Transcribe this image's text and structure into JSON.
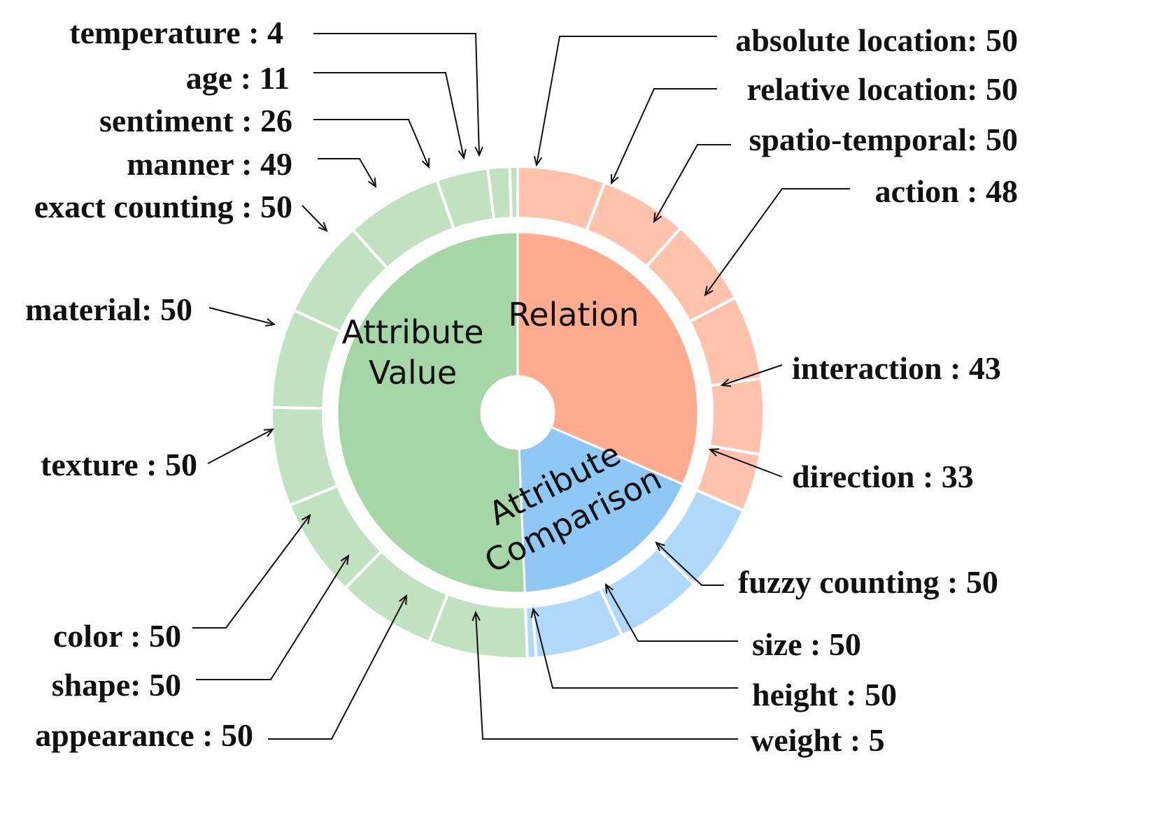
{
  "chart_data": {
    "type": "pie",
    "style": "sunburst",
    "inner_ring": [
      {
        "label_lines": [
          "Attribute",
          "Value"
        ],
        "value": 440,
        "color": "#a6d6a7"
      },
      {
        "label_lines": [
          "Relation"
        ],
        "value": 274,
        "color": "#ffab8f"
      },
      {
        "label_lines": [
          "Attribute",
          "Comparison"
        ],
        "value": 155,
        "color": "#90c8f5"
      }
    ],
    "outer_ring": [
      {
        "group": 1,
        "text": "absolute location: 50",
        "value": 50,
        "color": "#ffc3ad"
      },
      {
        "group": 1,
        "text": "relative location: 50",
        "value": 50,
        "color": "#ffc3ad"
      },
      {
        "group": 1,
        "text": "spatio-temporal: 50",
        "value": 50,
        "color": "#ffc3ad"
      },
      {
        "group": 1,
        "text": "action : 48",
        "value": 48,
        "color": "#ffc3ad"
      },
      {
        "group": 1,
        "text": "interaction : 43",
        "value": 43,
        "color": "#ffc3ad"
      },
      {
        "group": 1,
        "text": "direction : 33",
        "value": 33,
        "color": "#ffc3ad"
      },
      {
        "group": 2,
        "text": "fuzzy counting : 50",
        "value": 50,
        "color": "#afd8fa"
      },
      {
        "group": 2,
        "text": "size : 50",
        "value": 50,
        "color": "#afd8fa"
      },
      {
        "group": 2,
        "text": "height : 50",
        "value": 50,
        "color": "#afd8fa"
      },
      {
        "group": 2,
        "text": "weight : 5",
        "value": 5,
        "color": "#afd8fa"
      },
      {
        "group": 0,
        "text": "appearance : 50",
        "value": 50,
        "color": "#c0e2c1"
      },
      {
        "group": 0,
        "text": "shape: 50",
        "value": 50,
        "color": "#c0e2c1"
      },
      {
        "group": 0,
        "text": "color : 50",
        "value": 50,
        "color": "#c0e2c1"
      },
      {
        "group": 0,
        "text": "texture : 50",
        "value": 50,
        "color": "#c0e2c1"
      },
      {
        "group": 0,
        "text": "material: 50",
        "value": 50,
        "color": "#c0e2c1"
      },
      {
        "group": 0,
        "text": "exact counting : 50",
        "value": 50,
        "color": "#c0e2c1"
      },
      {
        "group": 0,
        "text": "manner : 49",
        "value": 49,
        "color": "#c0e2c1"
      },
      {
        "group": 0,
        "text": "sentiment : 26",
        "value": 26,
        "color": "#c0e2c1"
      },
      {
        "group": 0,
        "text": "age : 11",
        "value": 11,
        "color": "#c0e2c1"
      },
      {
        "group": 0,
        "text": "temperature :  4",
        "value": 4,
        "color": "#c0e2c1"
      }
    ],
    "start_angle_deg": 0,
    "direction": "clockwise"
  }
}
